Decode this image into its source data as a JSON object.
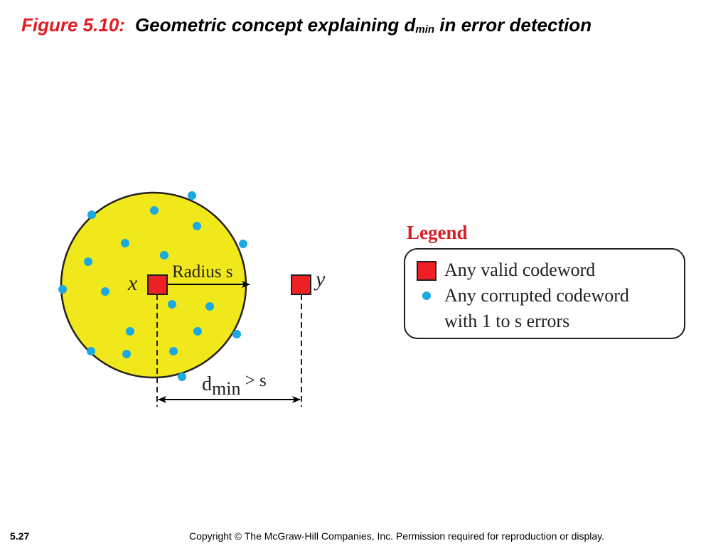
{
  "title": {
    "figure_label": "Figure 5.10:",
    "text_before": "Geometric concept explaining d",
    "subscript": "min",
    "text_after": " in error detection"
  },
  "diagram": {
    "x_label": "x",
    "y_label": "y",
    "radius_label": "Radius s",
    "dmin_d": "d",
    "dmin_sub": "min",
    "dmin_rest": " > s"
  },
  "legend": {
    "title": "Legend",
    "valid_label": "Any valid codeword",
    "corrupted_line1": "Any corrupted codeword",
    "corrupted_line2": "with 1 to s errors"
  },
  "footer": {
    "slide_number": "5.27",
    "copyright": "Copyright © The McGraw-Hill Companies, Inc. Permission required for reproduction or display."
  },
  "colors": {
    "title_accent": "#e31b23",
    "sphere_fill": "#f0e81b",
    "codeword_red": "#ee2024",
    "corrupted_blue": "#1aa9e0",
    "legend_title": "#d71f26"
  }
}
